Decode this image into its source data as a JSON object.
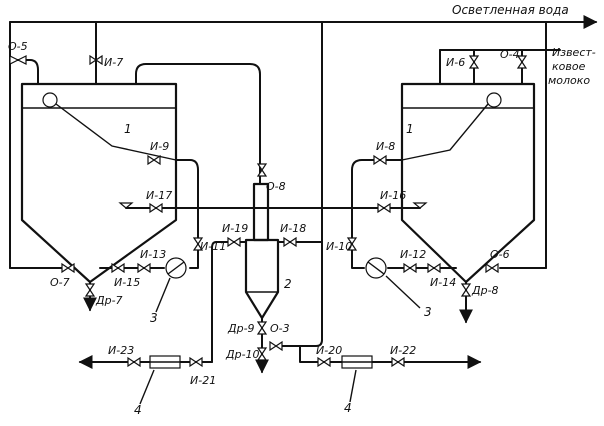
{
  "header": {
    "clarified_water": "Осветленная вода",
    "lime_milk_line1": "Извест-",
    "lime_milk_line2": "ковое",
    "lime_milk_line3": "молоко"
  },
  "units": {
    "clarifier_left": "1",
    "clarifier_right": "1",
    "column": "2",
    "pump_left": "3",
    "pump_right": "3",
    "filter_left": "4",
    "filter_right": "4"
  },
  "valves": {
    "o5": "О-5",
    "i7": "И-7",
    "i6": "И-6",
    "o4": "О-4",
    "i9": "И-9",
    "i8": "И-8",
    "o8": "О-8",
    "i17": "И-17",
    "i16": "И-16",
    "i19": "И-19",
    "i18": "И-18",
    "i11": "И-11",
    "i10": "И-10",
    "i13": "И-13",
    "i12": "И-12",
    "i15": "И-15",
    "i14": "И-14",
    "o7": "О-7",
    "o6": "О-6",
    "dr7": "Др-7",
    "dr8": "Др-8",
    "dr9": "Др-9",
    "o3": "О-3",
    "dr10": "Др-10",
    "i23": "И-23",
    "i21": "И-21",
    "i20": "И-20",
    "i22": "И-22"
  }
}
